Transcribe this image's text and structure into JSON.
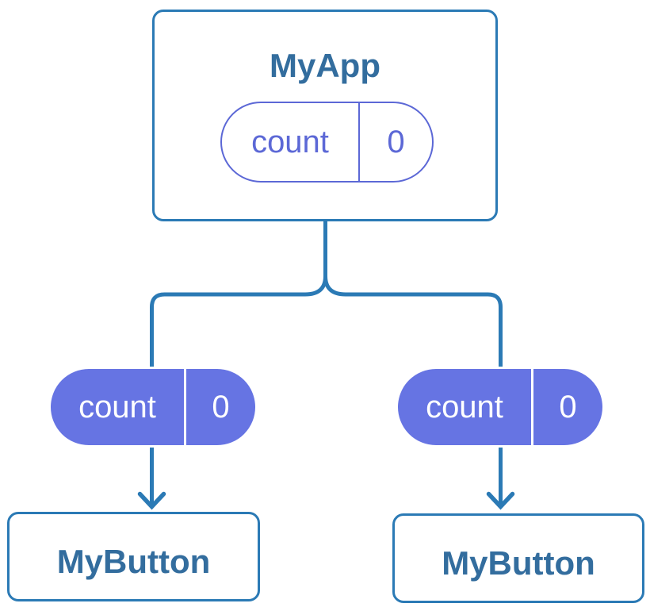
{
  "colors": {
    "connector_blue": "#2b7ab5",
    "card_border_blue": "#2b7ab5",
    "label_text_blue": "#336d9e",
    "pill_purple_fill": "#6674e3",
    "pill_purple_outline": "#5c68d6",
    "pill_text_on_fill": "#ffffff",
    "background": "#ffffff"
  },
  "root_component": {
    "label": "MyApp",
    "state": {
      "key": "count",
      "value": "0"
    }
  },
  "child_components": [
    {
      "label": "MyButton",
      "prop": {
        "key": "count",
        "value": "0"
      }
    },
    {
      "label": "MyButton",
      "prop": {
        "key": "count",
        "value": "0"
      }
    }
  ]
}
